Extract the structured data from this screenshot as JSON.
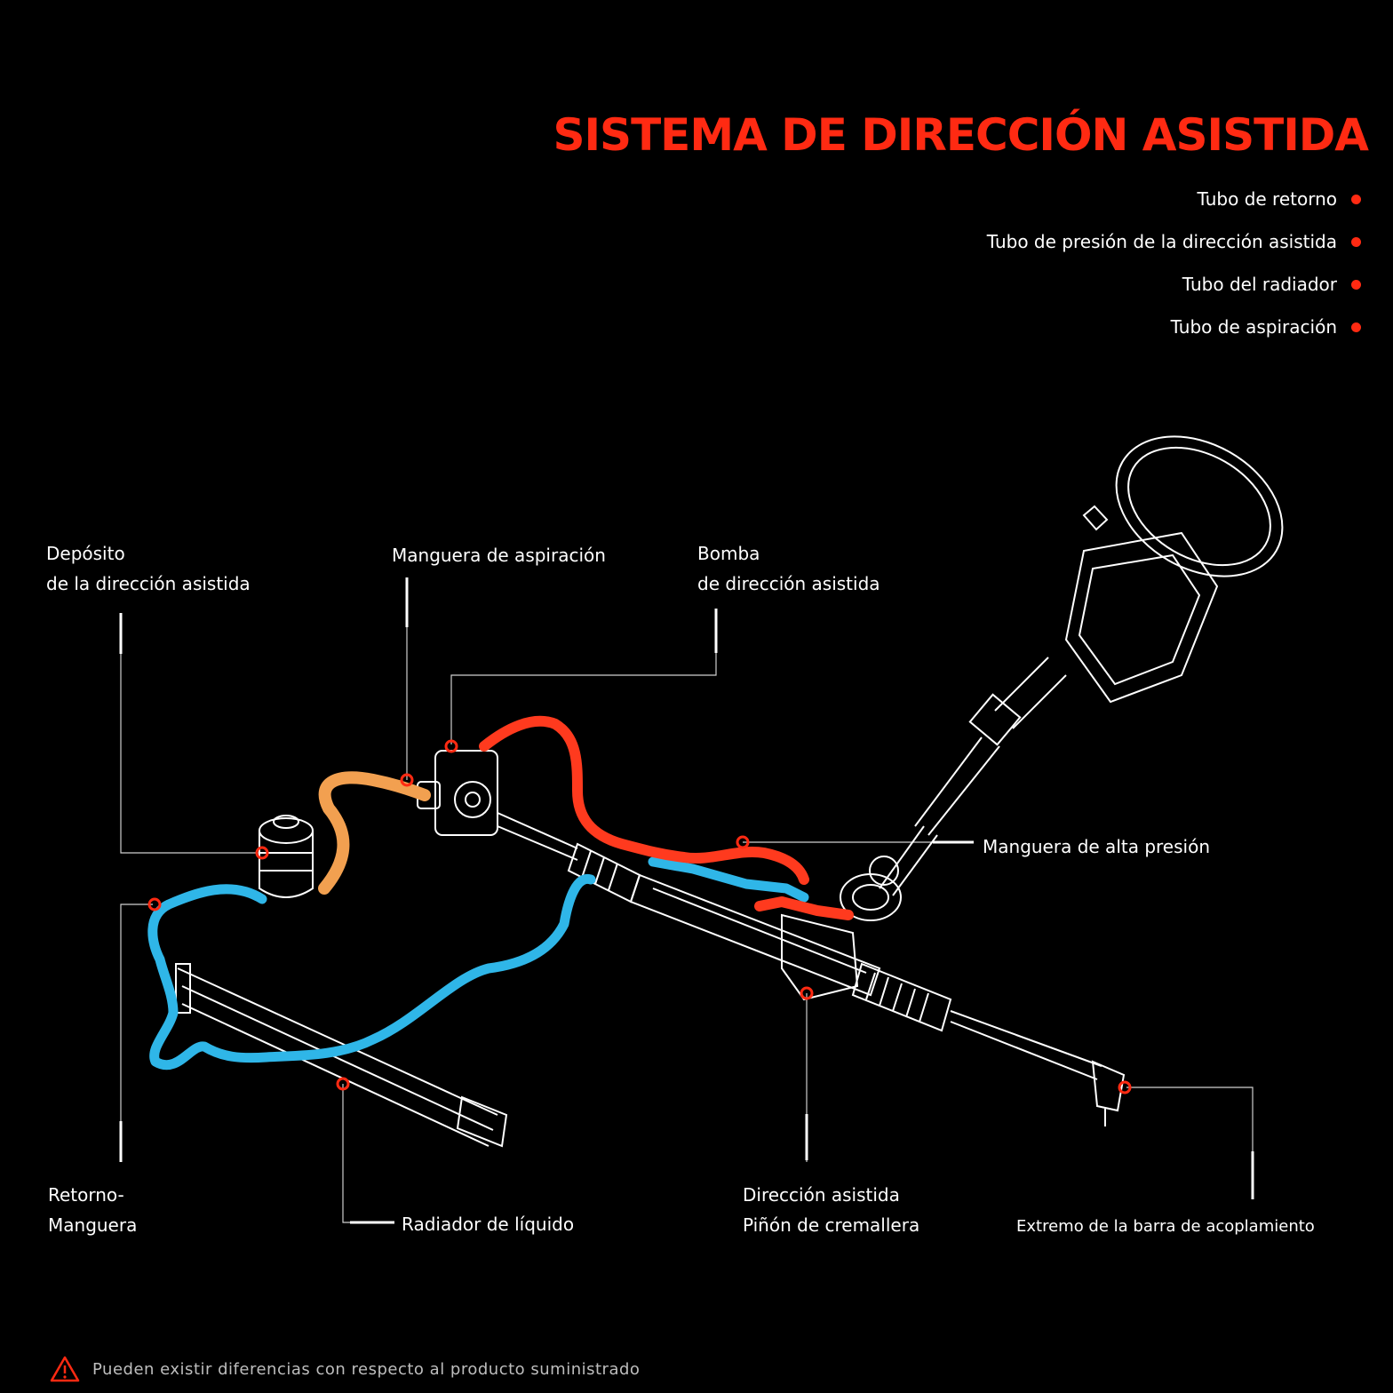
{
  "title": "SISTEMA DE DIRECCIÓN ASISTIDA",
  "colors": {
    "accent": "#ff2a12",
    "return_hose": "#2fb6e8",
    "suction_hose": "#f2a050",
    "pressure_hose": "#ff3a1e",
    "line": "#ffffff",
    "background": "#000000"
  },
  "legend": [
    {
      "label": "Tubo de retorno"
    },
    {
      "label": "Tubo de presión de la dirección asistida"
    },
    {
      "label": "Tubo del radiador"
    },
    {
      "label": "Tubo de aspiración"
    }
  ],
  "labels": {
    "reservoir_l1": "Depósito",
    "reservoir_l2": "de la dirección asistida",
    "suction_hose": "Manguera de aspiración",
    "pump_l1": "Bomba",
    "pump_l2": "de dirección asistida",
    "high_pressure": "Manguera de alta presión",
    "return_l1": "Retorno-",
    "return_l2": "Manguera",
    "radiator": "Radiador de líquido",
    "rack_l1": "Dirección asistida",
    "rack_l2": "Piñón de cremallera",
    "tie_rod": "Extremo de la barra de acoplamiento"
  },
  "disclaimer": "Pueden existir diferencias con respecto al producto suministrado",
  "icons": {
    "warning": "warning-icon"
  }
}
